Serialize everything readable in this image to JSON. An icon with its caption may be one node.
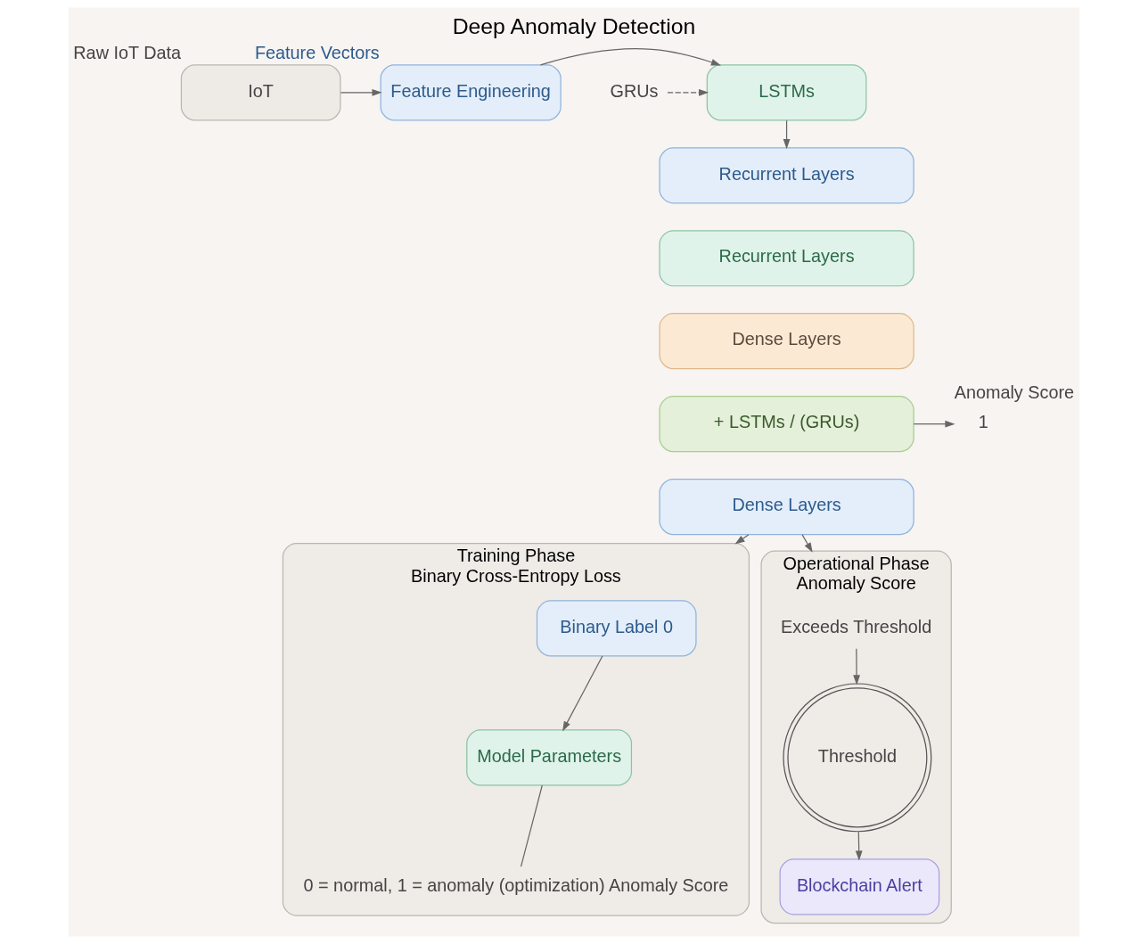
{
  "diagram": {
    "title": "Deep Anomaly Detection",
    "nodes": [
      {
        "text": [
          "IoT"
        ],
        "beside": [
          "Raw IoT Data"
        ]
      },
      {
        "text": [
          "Feature Engineering"
        ],
        "beside": [
          "Feature Vectors"
        ]
      },
      {
        "text": [
          "LSTMs"
        ]
      },
      {
        "text": [
          "GRUs"
        ]
      },
      {
        "text": [
          "Recurrent Layers"
        ]
      },
      {
        "text": [
          "Recurrent Layers"
        ]
      },
      {
        "text": [
          "Dense Layers"
        ]
      },
      {
        "text": [
          "+ LSTMs / (GRUs)"
        ]
      },
      {
        "text": [
          "1"
        ],
        "beside": [
          "Anomaly Score"
        ]
      },
      {
        "text": [
          "Dense Layers"
        ]
      },
      {
        "text": [
          "Training Phase",
          "Binary Cross-Entropy Loss"
        ]
      },
      {
        "text": [
          "Binary Label 0"
        ],
        "in": 10
      },
      {
        "text": [
          "Model Parameters"
        ],
        "in": 10
      },
      {
        "text": [
          "0 = normal, 1 = anomaly (optimization) Anomaly Score"
        ],
        "in": 10
      },
      {
        "text": [
          "Operational Phase",
          "Anomaly Score"
        ]
      },
      {
        "text": [
          "Exceeds Threshold"
        ],
        "in": 14
      },
      {
        "text": [
          "Threshold"
        ],
        "in": 14
      },
      {
        "text": [
          "Blockchain Alert"
        ],
        "in": 14
      }
    ],
    "edges": [
      {
        "from": 0,
        "to": 1,
        "arrow": "to"
      },
      {
        "from": 1,
        "to": 2,
        "arrow": "to"
      },
      {
        "from": 3,
        "to": 2,
        "arrow": "to",
        "style": "dashed"
      },
      {
        "from": 2,
        "to": 4,
        "arrow": "to"
      },
      {
        "from": 7,
        "to": 8,
        "arrow": "to"
      },
      {
        "from": 9,
        "to": 10,
        "arrow": "to"
      },
      {
        "from": 9,
        "to": 14,
        "arrow": "to"
      },
      {
        "from": 11,
        "to": 12,
        "arrow": "to"
      },
      {
        "from": 12,
        "to": 13,
        "arrow": "none"
      },
      {
        "from": 15,
        "to": 16,
        "arrow": "to"
      },
      {
        "from": 16,
        "to": 17,
        "arrow": "to"
      }
    ]
  }
}
